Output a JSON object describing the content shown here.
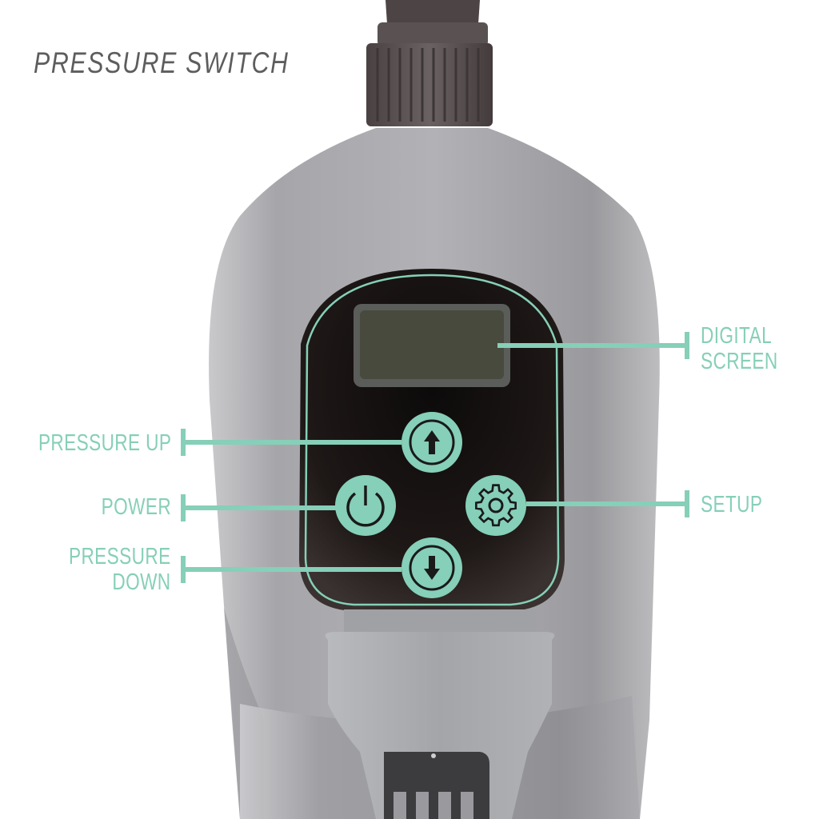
{
  "title": "PRESSURE SWITCH",
  "colors": {
    "accent": "#86cfb8",
    "title_text": "#5d5d5d",
    "body_gray": "#a9a9ad",
    "panel_black": "#141212",
    "lcd": "#4a4d3f",
    "nozzle": "#5a5252",
    "background": "#ffffff"
  },
  "callouts": {
    "digital_screen": {
      "line1": "DIGITAL",
      "line2": "SCREEN"
    },
    "pressure_up": {
      "label": "PRESSURE UP"
    },
    "power": {
      "label": "POWER"
    },
    "setup": {
      "label": "SETUP"
    },
    "pressure_down": {
      "line1": "PRESSURE",
      "line2": "DOWN"
    }
  },
  "buttons": [
    {
      "name": "pressure-up",
      "icon": "arrow-up-icon"
    },
    {
      "name": "power",
      "icon": "power-icon"
    },
    {
      "name": "setup",
      "icon": "gear-icon"
    },
    {
      "name": "pressure-down",
      "icon": "arrow-down-icon"
    }
  ]
}
